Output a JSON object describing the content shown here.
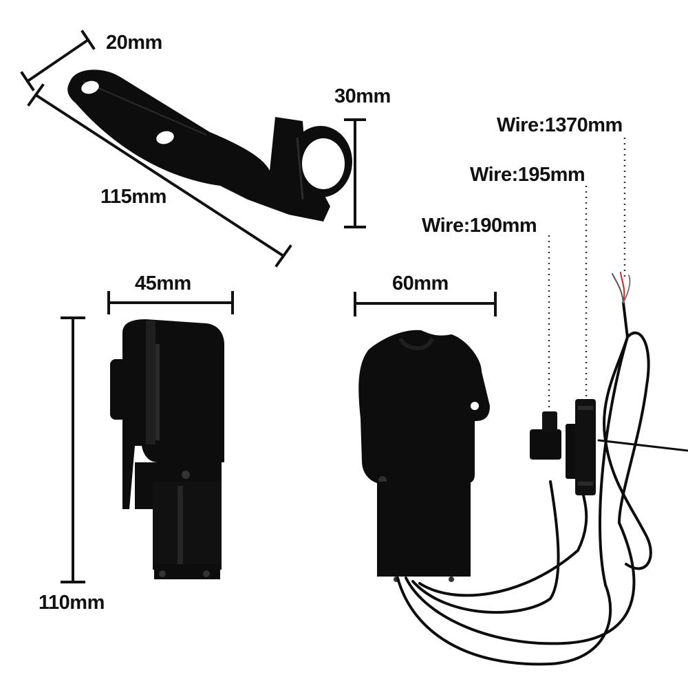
{
  "dimensions": {
    "bracket_width": "20mm",
    "bracket_length": "115mm",
    "ring_height": "30mm",
    "side_width": "45mm",
    "body_height": "110mm",
    "front_width": "60mm"
  },
  "wires": {
    "wire_1": "Wire:1370mm",
    "wire_2": "Wire:195mm",
    "wire_3": "Wire:190mm"
  },
  "colors": {
    "product": "#0d0d0d",
    "highlight": "#2b2b2b",
    "dimension_line": "#111111",
    "wire_red": "#c62828",
    "background": "#ffffff"
  }
}
